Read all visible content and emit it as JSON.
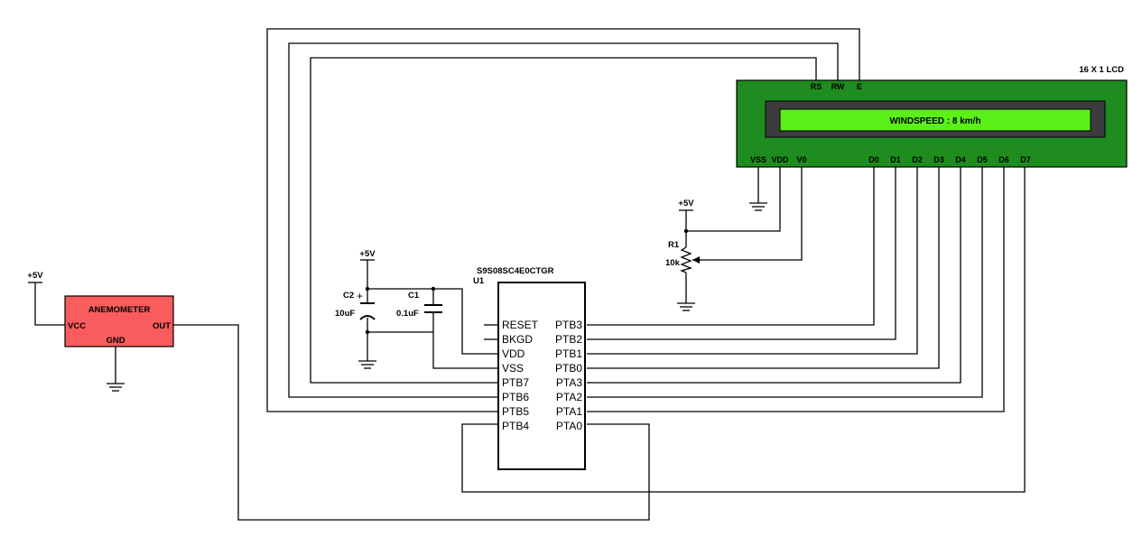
{
  "anemometer": {
    "title": "ANEMOMETER",
    "vcc": "VCC",
    "out": "OUT",
    "gnd": "GND",
    "supply": "+5V",
    "fill_color": "#f85c5c"
  },
  "mcu": {
    "part": "S9S08SC4E0CTGR",
    "ref": "U1",
    "left_pins": [
      "RESET",
      "BKGD",
      "VDD",
      "VSS",
      "PTB7",
      "PTB6",
      "PTB5",
      "PTB4"
    ],
    "right_pins": [
      "PTB3",
      "PTB2",
      "PTB1",
      "PTB0",
      "PTA3",
      "PTA2",
      "PTA1",
      "PTA0"
    ]
  },
  "lcd": {
    "name": "16 X 1 LCD",
    "display_text": "WINDSPEED : 8 km/h",
    "top_pins": [
      "RS",
      "RW",
      "E"
    ],
    "bottom_left_pins": [
      "VSS",
      "VDD",
      "V0"
    ],
    "data_pins": [
      "D0",
      "D1",
      "D2",
      "D3",
      "D4",
      "D5",
      "D6",
      "D7"
    ],
    "body_color": "#1e8c1e",
    "screen_color": "#5cf01a"
  },
  "capacitors": {
    "c2_ref": "C2",
    "c2_value": "10uF",
    "c1_ref": "C1",
    "c1_value": "0.1uF",
    "plus": "+",
    "supply": "+5V"
  },
  "pot": {
    "ref": "R1",
    "value": "10k",
    "supply": "+5V"
  }
}
